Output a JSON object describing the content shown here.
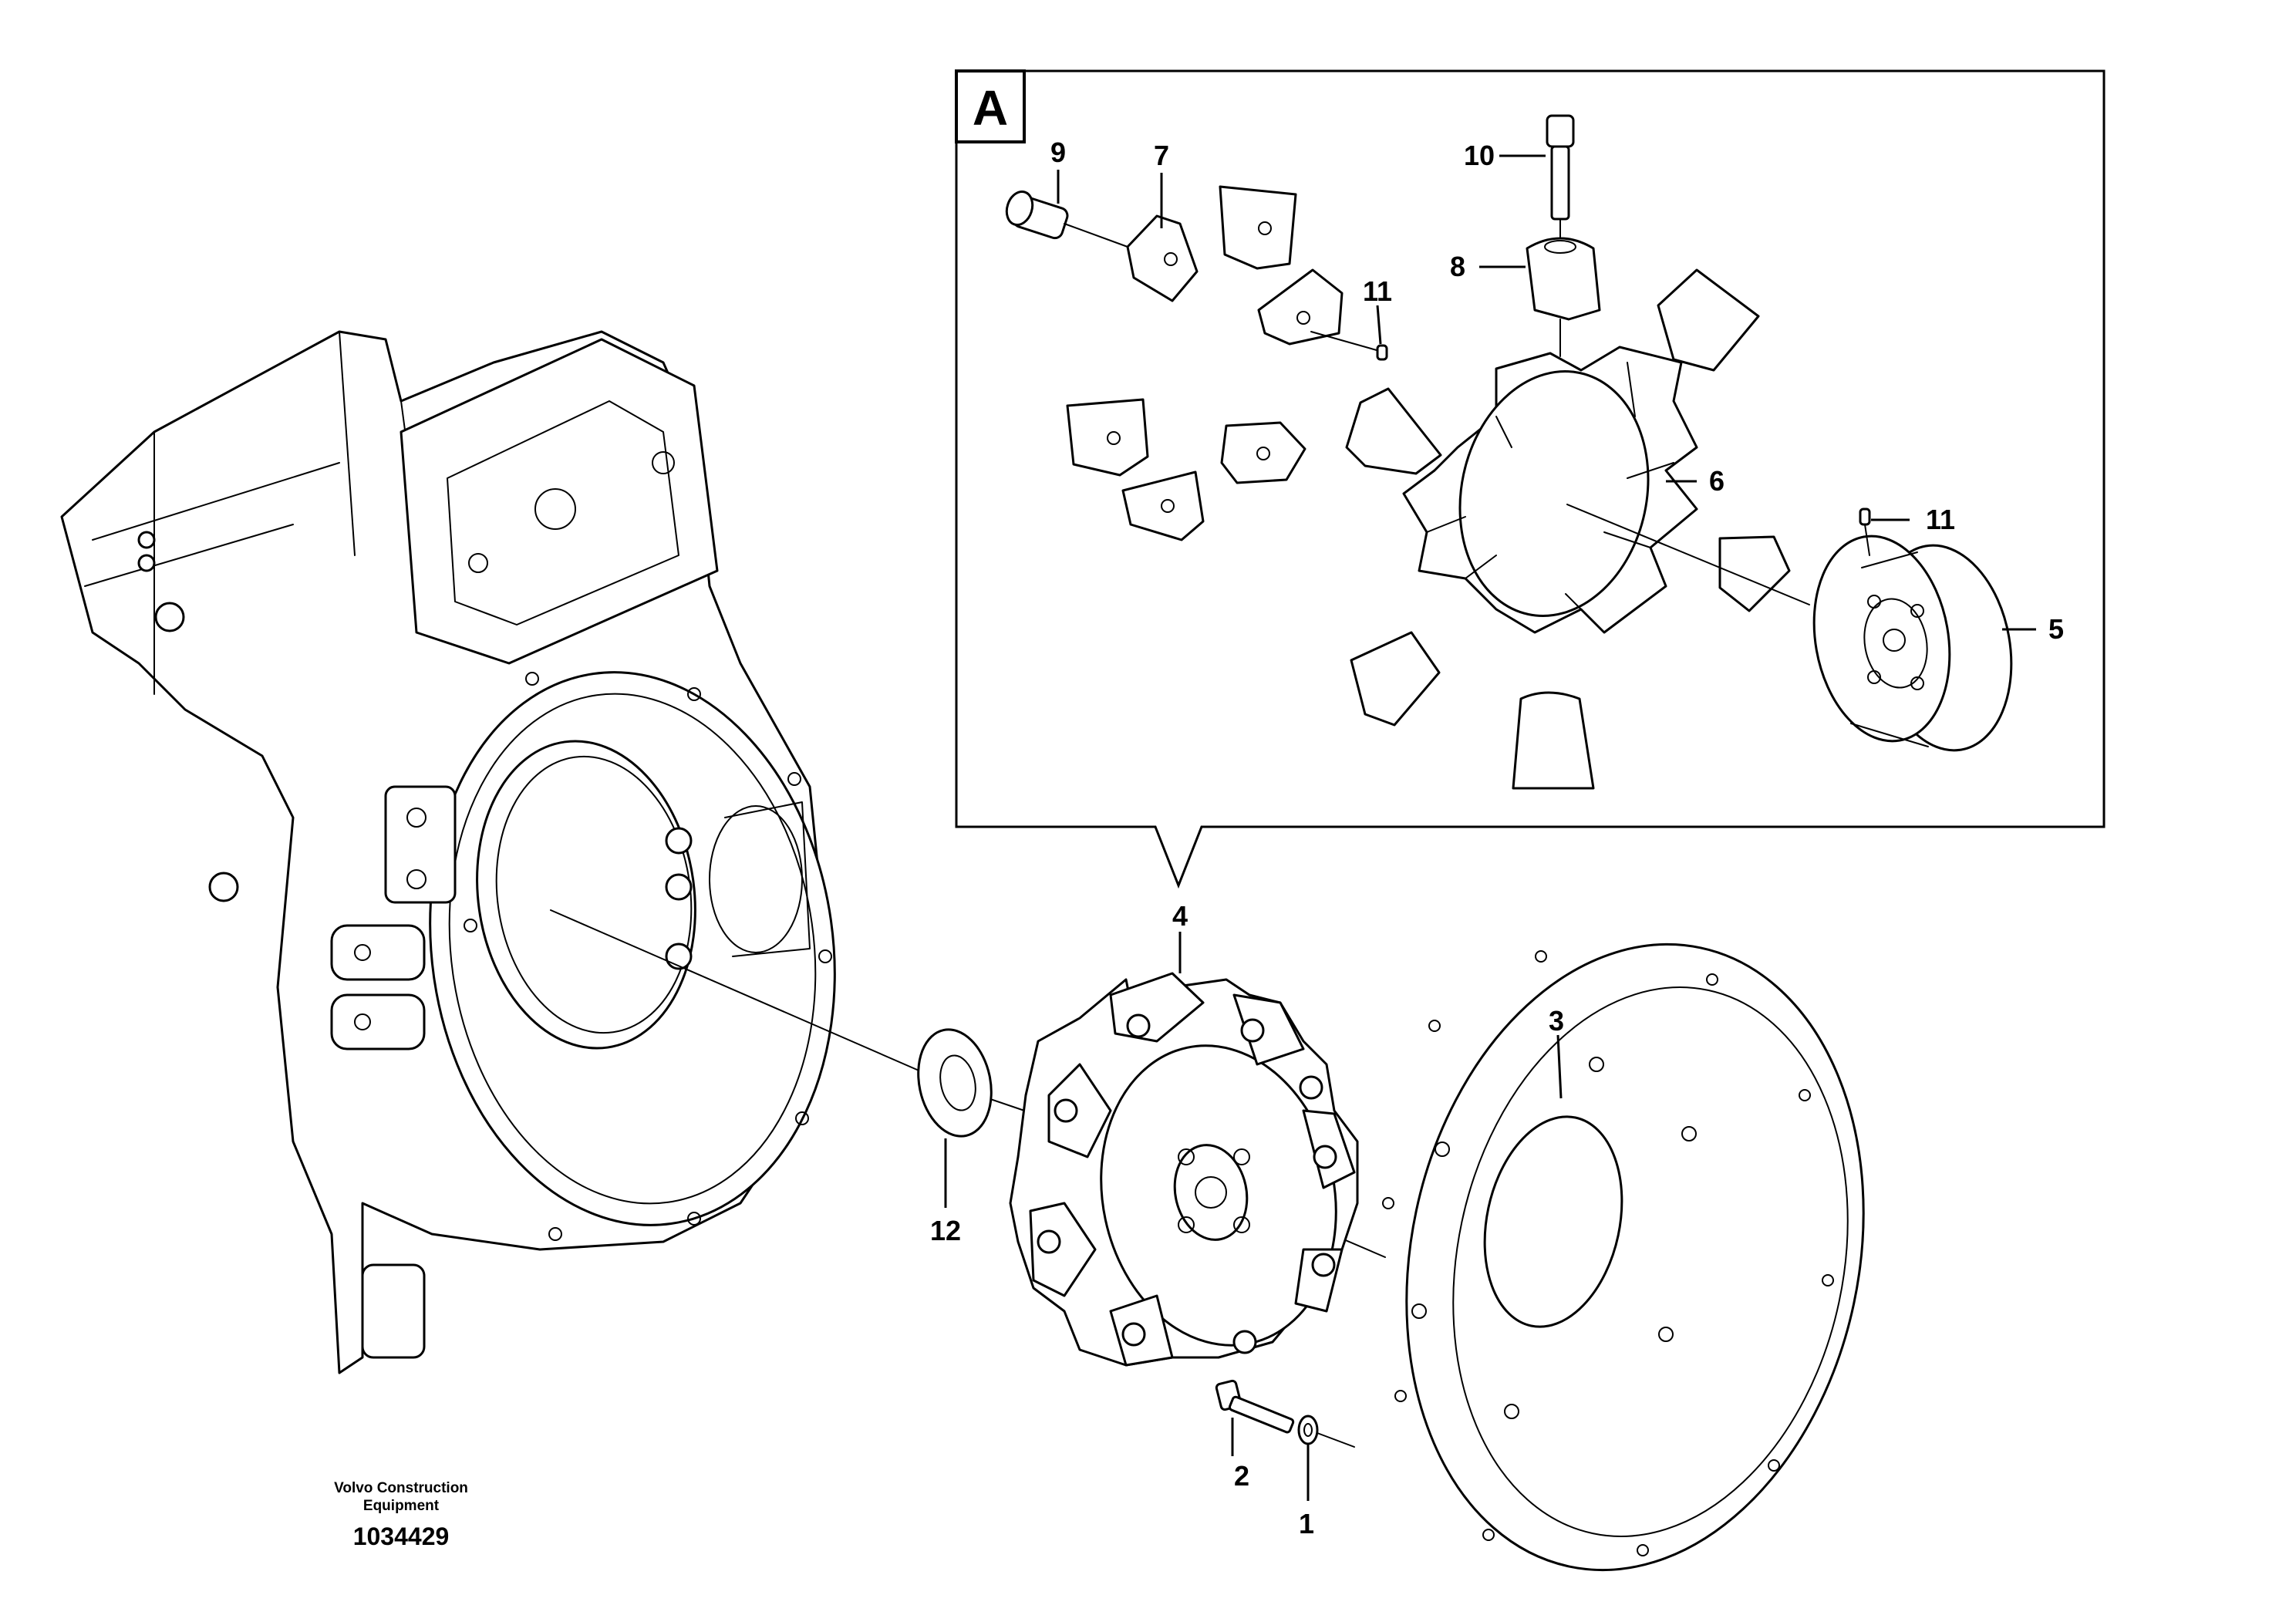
{
  "inset": {
    "letter": "A"
  },
  "callouts": {
    "inset": [
      "9",
      "7",
      "10",
      "8",
      "11",
      "6",
      "11",
      "5"
    ],
    "main": [
      "4",
      "3",
      "12",
      "2",
      "1"
    ]
  },
  "footer": {
    "brand_line1": "Volvo Construction",
    "brand_line2": "Equipment",
    "drawing_number": "1034429"
  },
  "colors": {
    "line": "#000000",
    "background": "#ffffff"
  }
}
